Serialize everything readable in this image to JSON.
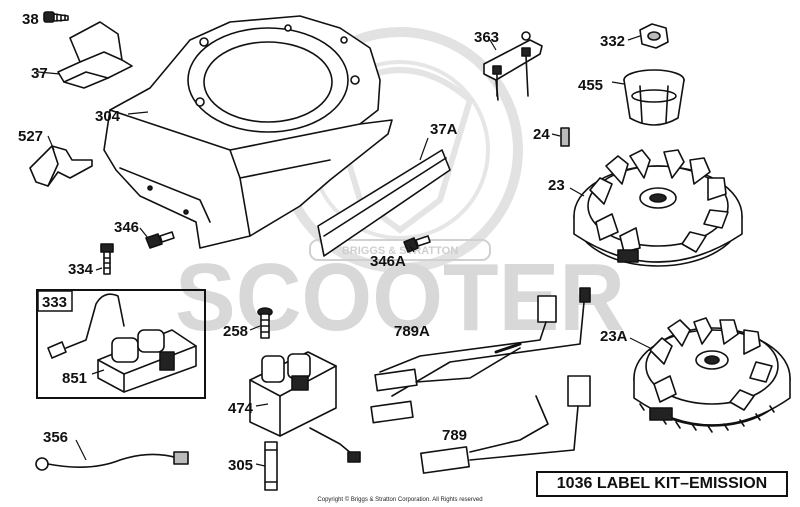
{
  "watermark": {
    "brand": "SCOOTER",
    "seal": "BRIGGS & STRATTON"
  },
  "labels": [
    {
      "id": "38",
      "text": "38"
    },
    {
      "id": "37",
      "text": "37"
    },
    {
      "id": "304",
      "text": "304"
    },
    {
      "id": "527",
      "text": "527"
    },
    {
      "id": "37A",
      "text": "37A"
    },
    {
      "id": "363",
      "text": "363"
    },
    {
      "id": "332",
      "text": "332"
    },
    {
      "id": "455",
      "text": "455"
    },
    {
      "id": "24",
      "text": "24"
    },
    {
      "id": "23",
      "text": "23"
    },
    {
      "id": "346",
      "text": "346"
    },
    {
      "id": "334",
      "text": "334"
    },
    {
      "id": "346A",
      "text": "346A"
    },
    {
      "id": "333",
      "text": "333"
    },
    {
      "id": "258",
      "text": "258"
    },
    {
      "id": "789A",
      "text": "789A"
    },
    {
      "id": "23A",
      "text": "23A"
    },
    {
      "id": "851",
      "text": "851"
    },
    {
      "id": "474",
      "text": "474"
    },
    {
      "id": "356",
      "text": "356"
    },
    {
      "id": "789",
      "text": "789"
    },
    {
      "id": "305",
      "text": "305"
    }
  ],
  "kit_box": {
    "text": "1036 LABEL KIT–EMISSION"
  },
  "copyright": "Copyright © Briggs & Stratton Corporation. All Rights reserved"
}
